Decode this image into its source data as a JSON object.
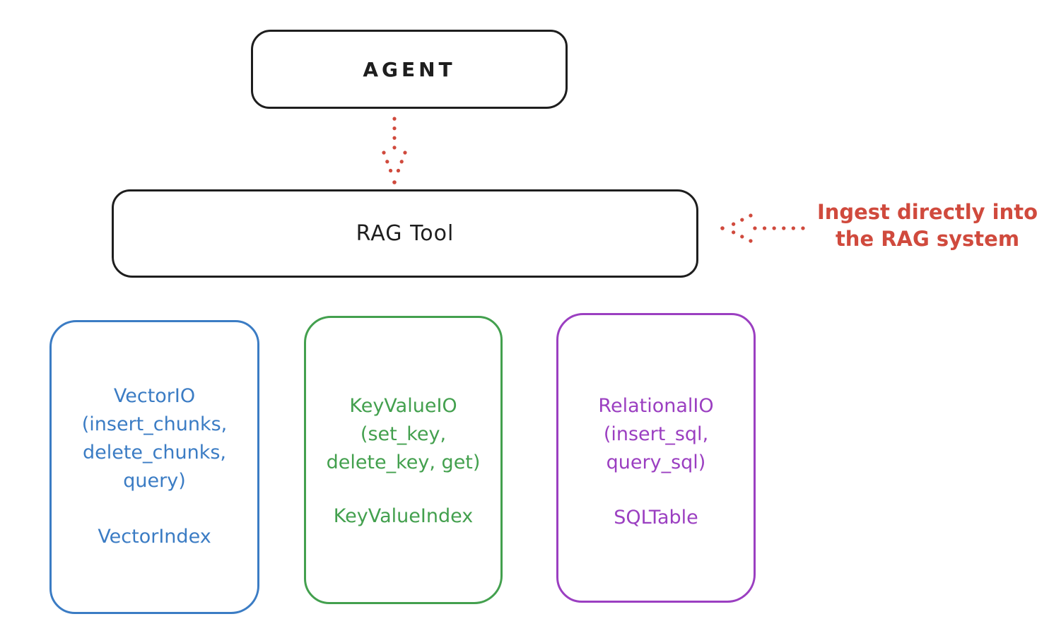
{
  "canvas": {
    "description": "Hand-drawn architecture diagram of an agent RAG tool with three storage backends"
  },
  "nodes": {
    "agent": {
      "label": "AGENT"
    },
    "rag_tool": {
      "label": "RAG Tool"
    }
  },
  "annotation": {
    "text": "Ingest directly into\nthe RAG system"
  },
  "backends": [
    {
      "title": "VectorIO",
      "params": "(insert_chunks,\ndelete_chunks,\nquery)",
      "index": "VectorIndex"
    },
    {
      "title": "KeyValueIO",
      "params": "(set_key,\ndelete_key, get)",
      "index": "KeyValueIndex"
    },
    {
      "title": "RelationalIO",
      "params": "(insert_sql,\nquery_sql)",
      "index": "SQLTable"
    }
  ],
  "colors": {
    "stroke": "#1e1e1e",
    "red": "#d04a3d",
    "blue": "#3b7cc4",
    "green": "#43a04e",
    "purple": "#9b3fc1",
    "background": "#ffffff"
  }
}
